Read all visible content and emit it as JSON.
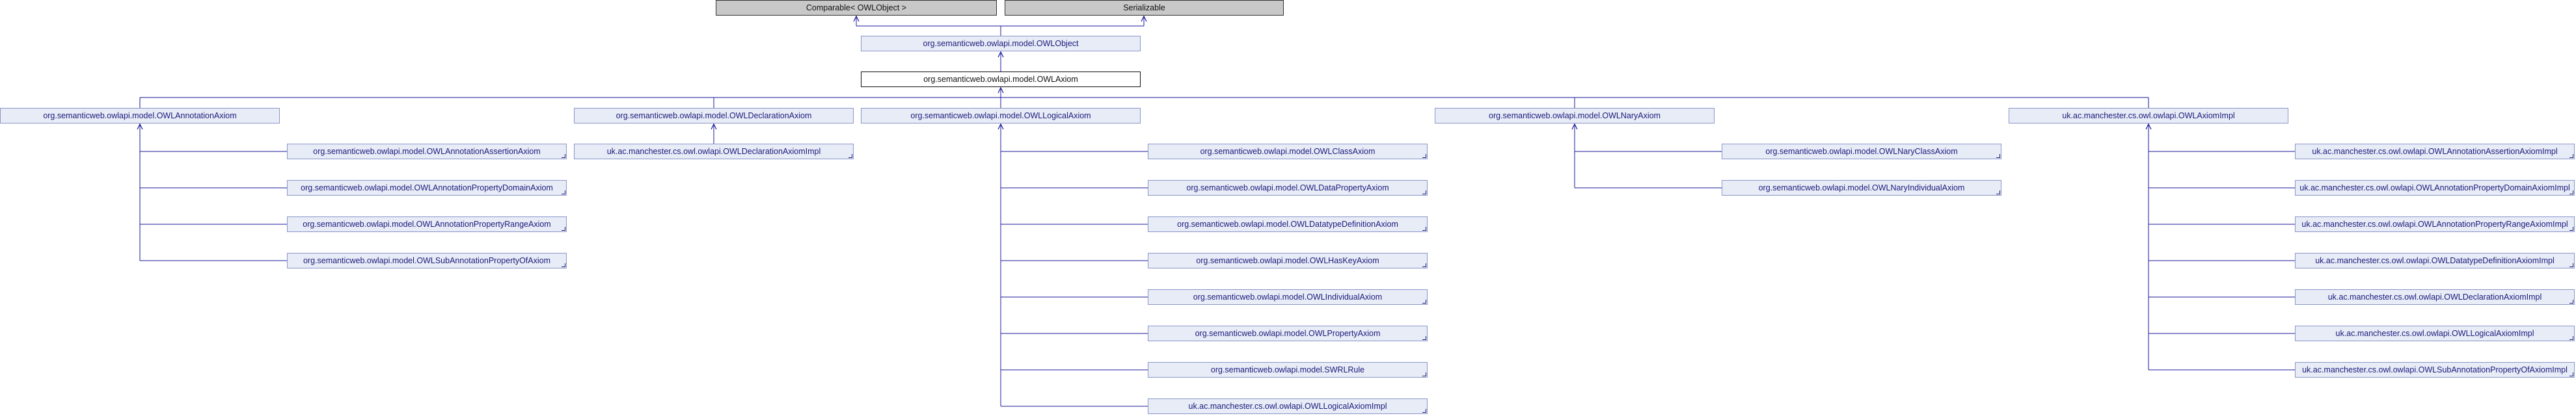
{
  "colors": {
    "edge": "#1a1a9a",
    "node_fill": "#e8ecf7",
    "node_border": "#8a96c8",
    "external_fill": "#c8c8c8",
    "text": "#1a1a7a"
  },
  "nodes": {
    "comparable": "Comparable< OWLObject >",
    "serializable": "Serializable",
    "owl_object": "org.semanticweb.owlapi.model.OWLObject",
    "owl_axiom": "org.semanticweb.owlapi.model.OWLAxiom",
    "annotation_axiom": "org.semanticweb.owlapi.model.OWLAnnotationAxiom",
    "declaration_axiom": "org.semanticweb.owlapi.model.OWLDeclarationAxiom",
    "logical_axiom": "org.semanticweb.owlapi.model.OWLLogicalAxiom",
    "nary_axiom": "org.semanticweb.owlapi.model.OWLNaryAxiom",
    "axiom_impl": "uk.ac.manchester.cs.owl.owlapi.OWLAxiomImpl",
    "annotation_assertion_axiom": "org.semanticweb.owlapi.model.OWLAnnotationAssertionAxiom",
    "annotation_property_domain_axiom": "org.semanticweb.owlapi.model.OWLAnnotationPropertyDomainAxiom",
    "annotation_property_range_axiom": "org.semanticweb.owlapi.model.OWLAnnotationPropertyRangeAxiom",
    "sub_annotation_property_of_axiom": "org.semanticweb.owlapi.model.OWLSubAnnotationPropertyOfAxiom",
    "declaration_axiom_impl": "uk.ac.manchester.cs.owl.owlapi.OWLDeclarationAxiomImpl",
    "class_axiom": "org.semanticweb.owlapi.model.OWLClassAxiom",
    "data_property_axiom": "org.semanticweb.owlapi.model.OWLDataPropertyAxiom",
    "datatype_definition_axiom": "org.semanticweb.owlapi.model.OWLDatatypeDefinitionAxiom",
    "has_key_axiom": "org.semanticweb.owlapi.model.OWLHasKeyAxiom",
    "individual_axiom": "org.semanticweb.owlapi.model.OWLIndividualAxiom",
    "property_axiom": "org.semanticweb.owlapi.model.OWLPropertyAxiom",
    "swrl_rule": "org.semanticweb.owlapi.model.SWRLRule",
    "logical_axiom_impl": "uk.ac.manchester.cs.owl.owlapi.OWLLogicalAxiomImpl",
    "nary_class_axiom": "org.semanticweb.owlapi.model.OWLNaryClassAxiom",
    "nary_individual_axiom": "org.semanticweb.owlapi.model.OWLNaryIndividualAxiom",
    "annotation_assertion_axiom_impl": "uk.ac.manchester.cs.owl.owlapi.OWLAnnotationAssertionAxiomImpl",
    "annotation_property_domain_axiom_impl": "uk.ac.manchester.cs.owl.owlapi.OWLAnnotationPropertyDomainAxiomImpl",
    "annotation_property_range_axiom_impl": "uk.ac.manchester.cs.owl.owlapi.OWLAnnotationPropertyRangeAxiomImpl",
    "datatype_definition_axiom_impl": "uk.ac.manchester.cs.owl.owlapi.OWLDatatypeDefinitionAxiomImpl",
    "declaration_axiom_impl_2": "uk.ac.manchester.cs.owl.owlapi.OWLDeclarationAxiomImpl",
    "logical_axiom_impl_2": "uk.ac.manchester.cs.owl.owlapi.OWLLogicalAxiomImpl",
    "sub_annotation_property_of_axiom_impl": "uk.ac.manchester.cs.owl.owlapi.OWLSubAnnotationPropertyOfAxiomImpl"
  }
}
